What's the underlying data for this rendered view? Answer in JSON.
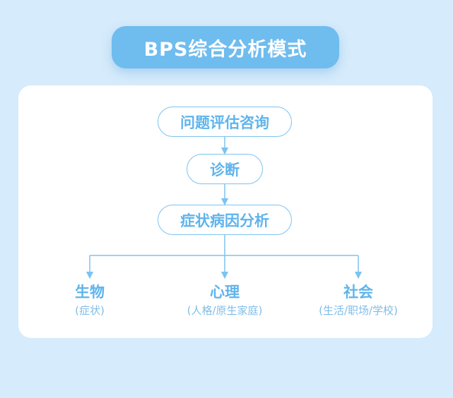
{
  "title": "BPS综合分析模式",
  "flow": {
    "step1": "问题评估咨询",
    "step2": "诊断",
    "step3": "症状病因分析"
  },
  "branches": [
    {
      "title": "生物",
      "sub": "(症状)"
    },
    {
      "title": "心理",
      "sub": "(人格/原生家庭)"
    },
    {
      "title": "社会",
      "sub": "(生活/职场/学校)"
    }
  ],
  "colors": {
    "background": "#d6ebfb",
    "title_pill": "#6fbcef",
    "accent": "#5fb4ec",
    "connector": "#7cc3f0"
  }
}
